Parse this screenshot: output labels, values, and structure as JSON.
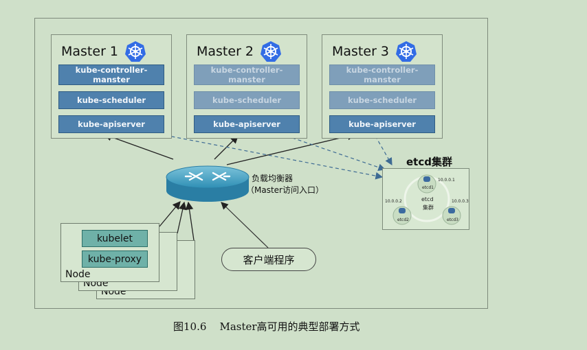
{
  "masters": [
    {
      "title": "Master 1",
      "components": [
        "kube-controller-manster",
        "kube-scheduler",
        "kube-apiserver"
      ]
    },
    {
      "title": "Master 2",
      "components": [
        "kube-controller-manster",
        "kube-scheduler",
        "kube-apiserver"
      ]
    },
    {
      "title": "Master 3",
      "components": [
        "kube-controller-manster",
        "kube-scheduler",
        "kube-apiserver"
      ]
    }
  ],
  "load_balancer": {
    "line1": "负载均衡器",
    "line2": "（Master访问入口）"
  },
  "nodes": {
    "label": "Node",
    "kubelet": "kubelet",
    "kube_proxy": "kube-proxy"
  },
  "client": "客户端程序",
  "etcd": {
    "title": "etcd集群",
    "center_line1": "etcd",
    "center_line2": "集群",
    "members": [
      {
        "name": "etcd1",
        "ip": "10.0.0.1"
      },
      {
        "name": "etcd2",
        "ip": "10.0.0.2"
      },
      {
        "name": "etcd3",
        "ip": "10.0.0.3"
      }
    ]
  },
  "caption": "图10.6    Master高可用的典型部署方式",
  "colors": {
    "background": "#cfe0c9",
    "component": "#4f81ad",
    "node_component": "#6fb1a8",
    "k8s_blue": "#326ce5"
  }
}
